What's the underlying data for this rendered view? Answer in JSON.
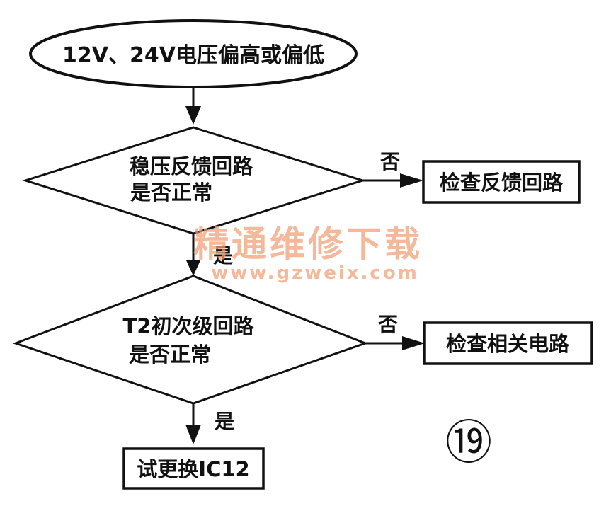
{
  "start": "12V、24V电压偏高或偏低",
  "decision1": {
    "line1": "稳压反馈回路",
    "line2": "是否正常"
  },
  "action1": "检查反馈回路",
  "decision2": {
    "line1": "T2初次级回路",
    "line2": "是否正常"
  },
  "action2": "检查相关电路",
  "end": "试更换IC12",
  "no_label": "否",
  "yes_label": "是",
  "figure_number": "⑲",
  "watermark": {
    "title": "精通维修下载",
    "url": "www.gzweix.com"
  },
  "colors": {
    "ink": "#111111",
    "watermark": "#f0a078"
  }
}
